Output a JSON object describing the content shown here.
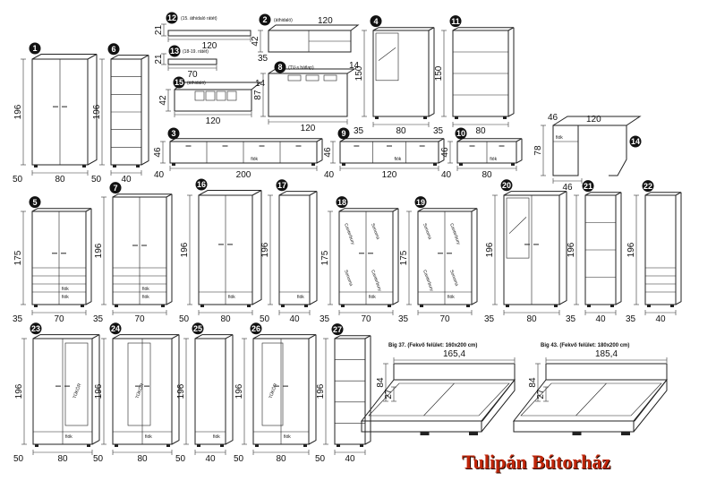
{
  "brand": "Tulipán Bútorház",
  "items": [
    {
      "id": "1",
      "w": "80",
      "h": "196",
      "d": "50"
    },
    {
      "id": "6",
      "w": "40",
      "h": "196",
      "d": "50"
    },
    {
      "id": "12",
      "w": "120",
      "h": "21",
      "caption": "(15. áthidaló rátét)"
    },
    {
      "id": "13",
      "w": "70",
      "h": "21",
      "caption": "(18-19. rátét)"
    },
    {
      "id": "15",
      "w": "120",
      "h": "42",
      "d": "14",
      "caption": "(áthidaló)"
    },
    {
      "id": "2",
      "w": "120",
      "h": "42",
      "d": "35",
      "caption": "(áthidaló)"
    },
    {
      "id": "8",
      "w": "120",
      "h": "87",
      "d": "14",
      "caption": "(TV-s hátlap)"
    },
    {
      "id": "4",
      "w": "80",
      "h": "150",
      "d": "35"
    },
    {
      "id": "11",
      "w": "80",
      "h": "150",
      "d": "35"
    },
    {
      "id": "3",
      "w": "200",
      "h": "46",
      "d": "40",
      "drawer": "fiók"
    },
    {
      "id": "9",
      "w": "120",
      "h": "46",
      "d": "40",
      "drawer": "fiók"
    },
    {
      "id": "10",
      "w": "80",
      "h": "46",
      "d": "40",
      "drawer": "fiók"
    },
    {
      "id": "14",
      "w": "120",
      "h": "78",
      "d": "46",
      "drawer": "fiók"
    },
    {
      "id": "5",
      "w": "70",
      "h": "175",
      "d": "35",
      "drawer": "fiók"
    },
    {
      "id": "7",
      "w": "70",
      "h": "196",
      "d": "35",
      "drawer": "fiók"
    },
    {
      "id": "16",
      "w": "80",
      "h": "196",
      "d": "50",
      "drawer": "fiók"
    },
    {
      "id": "17",
      "w": "40",
      "h": "196",
      "d": "50",
      "drawer": "fiók"
    },
    {
      "id": "18",
      "w": "70",
      "h": "175",
      "d": "35",
      "drawer": "fiók",
      "labels": [
        "Canterbury",
        "Sonoma",
        "Sonoma",
        "Canterbury"
      ]
    },
    {
      "id": "19",
      "w": "70",
      "h": "175",
      "d": "35",
      "drawer": "fiók",
      "labels": [
        "Sonoma",
        "Canterbury",
        "Canterbury",
        "Sonoma"
      ]
    },
    {
      "id": "20",
      "w": "80",
      "h": "196",
      "d": "35"
    },
    {
      "id": "21",
      "w": "40",
      "h": "196",
      "d": "35"
    },
    {
      "id": "22",
      "w": "40",
      "h": "196",
      "d": "35"
    },
    {
      "id": "23",
      "w": "80",
      "h": "196",
      "d": "50",
      "mirror": "TÜKÖR",
      "drawer": "fiók"
    },
    {
      "id": "24",
      "w": "80",
      "h": "196",
      "d": "50",
      "mirror": "TÜKÖR",
      "drawer": "fiók"
    },
    {
      "id": "25",
      "w": "40",
      "h": "196",
      "d": "50",
      "drawer": "fiók"
    },
    {
      "id": "26",
      "w": "80",
      "h": "196",
      "d": "50",
      "mirror": "TÜKÖR",
      "drawer": "fiók"
    },
    {
      "id": "27",
      "w": "40",
      "h": "196",
      "d": "50"
    }
  ],
  "beds": [
    {
      "caption": "Big 37. (Fekvő felület: 160x200 cm)",
      "width": "165,4",
      "h1": "84",
      "h2": "27"
    },
    {
      "caption": "Big 43. (Fekvő felület: 180x200 cm)",
      "width": "185,4",
      "h1": "84",
      "h2": "27"
    }
  ]
}
